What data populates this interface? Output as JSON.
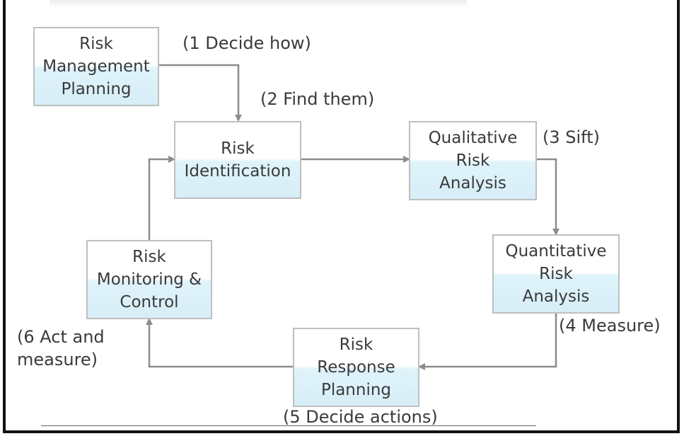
{
  "boxes": {
    "risk_management_planning": "Risk\nManagement\nPlanning",
    "risk_identification": "Risk\nIdentification",
    "qualitative_risk_analysis": "Qualitative\nRisk\nAnalysis",
    "quantitative_risk_analysis": "Quantitative\nRisk\nAnalysis",
    "risk_response_planning": "Risk\nResponse\nPlanning",
    "risk_monitoring_control": "Risk\nMonitoring &\nControl"
  },
  "steps": {
    "step1": "(1 Decide how)",
    "step2": "(2 Find them)",
    "step3": "(3 Sift)",
    "step4": "(4 Measure)",
    "step5": "(5 Decide actions)",
    "step6": "(6 Act and\nmeasure)"
  },
  "colors": {
    "box_border": "#bfbfbf",
    "box_fill_bottom": "#dff3fa",
    "connector": "#8c8c8c",
    "frame": "#111111"
  }
}
